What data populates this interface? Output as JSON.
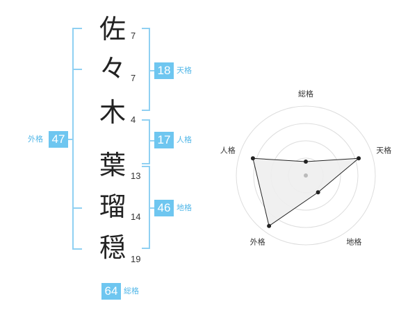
{
  "name": {
    "chars": [
      {
        "char": "佐",
        "strokes": "7"
      },
      {
        "char": "々",
        "strokes": "7"
      },
      {
        "char": "木",
        "strokes": "4"
      },
      {
        "char": "葉",
        "strokes": "13"
      },
      {
        "char": "瑠",
        "strokes": "14"
      },
      {
        "char": "穏",
        "strokes": "19"
      }
    ]
  },
  "scores": {
    "tenkaku": {
      "value": "18",
      "label": "天格"
    },
    "jinkaku": {
      "value": "17",
      "label": "人格"
    },
    "chikaku": {
      "value": "46",
      "label": "地格"
    },
    "gaikaku": {
      "value": "47",
      "label": "外格"
    },
    "soukaku": {
      "value": "64",
      "label": "総格"
    }
  },
  "chart_data": {
    "type": "radar",
    "axes": [
      "総格",
      "天格",
      "地格",
      "外格",
      "人格"
    ],
    "values": [
      0.2,
      0.8,
      0.3,
      0.9,
      0.8
    ],
    "rings": 4,
    "colors": {
      "grid": "#dddddd",
      "fill": "#eeeeee",
      "line": "#222222",
      "point": "#222222",
      "center": "#bbbbbb"
    }
  },
  "colors": {
    "accent": "#6ec6f0",
    "bracket": "#8fd0f2",
    "label": "#52b7e8"
  }
}
